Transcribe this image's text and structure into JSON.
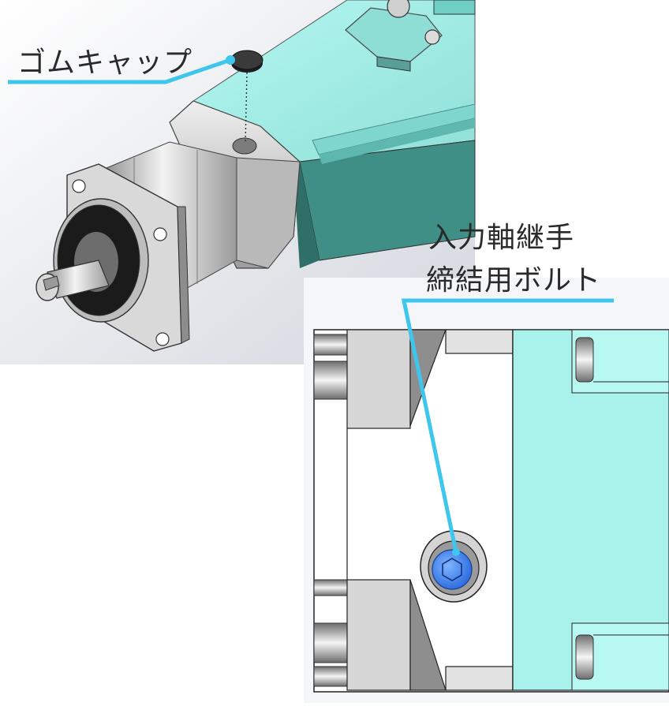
{
  "labels": {
    "rubber_cap": "ゴムキャップ",
    "bolt_line1": "入力軸継手",
    "bolt_line2": "締結用ボルト"
  },
  "colors": {
    "callout": "#3ec6ee",
    "motor_body": "#a9f2ec",
    "motor_dark": "#3f8f86",
    "housing": "#e6e6e6",
    "bolt": "#3f86f0"
  },
  "icons": [
    "rubber-cap-icon",
    "hex-socket-bolt-icon"
  ]
}
